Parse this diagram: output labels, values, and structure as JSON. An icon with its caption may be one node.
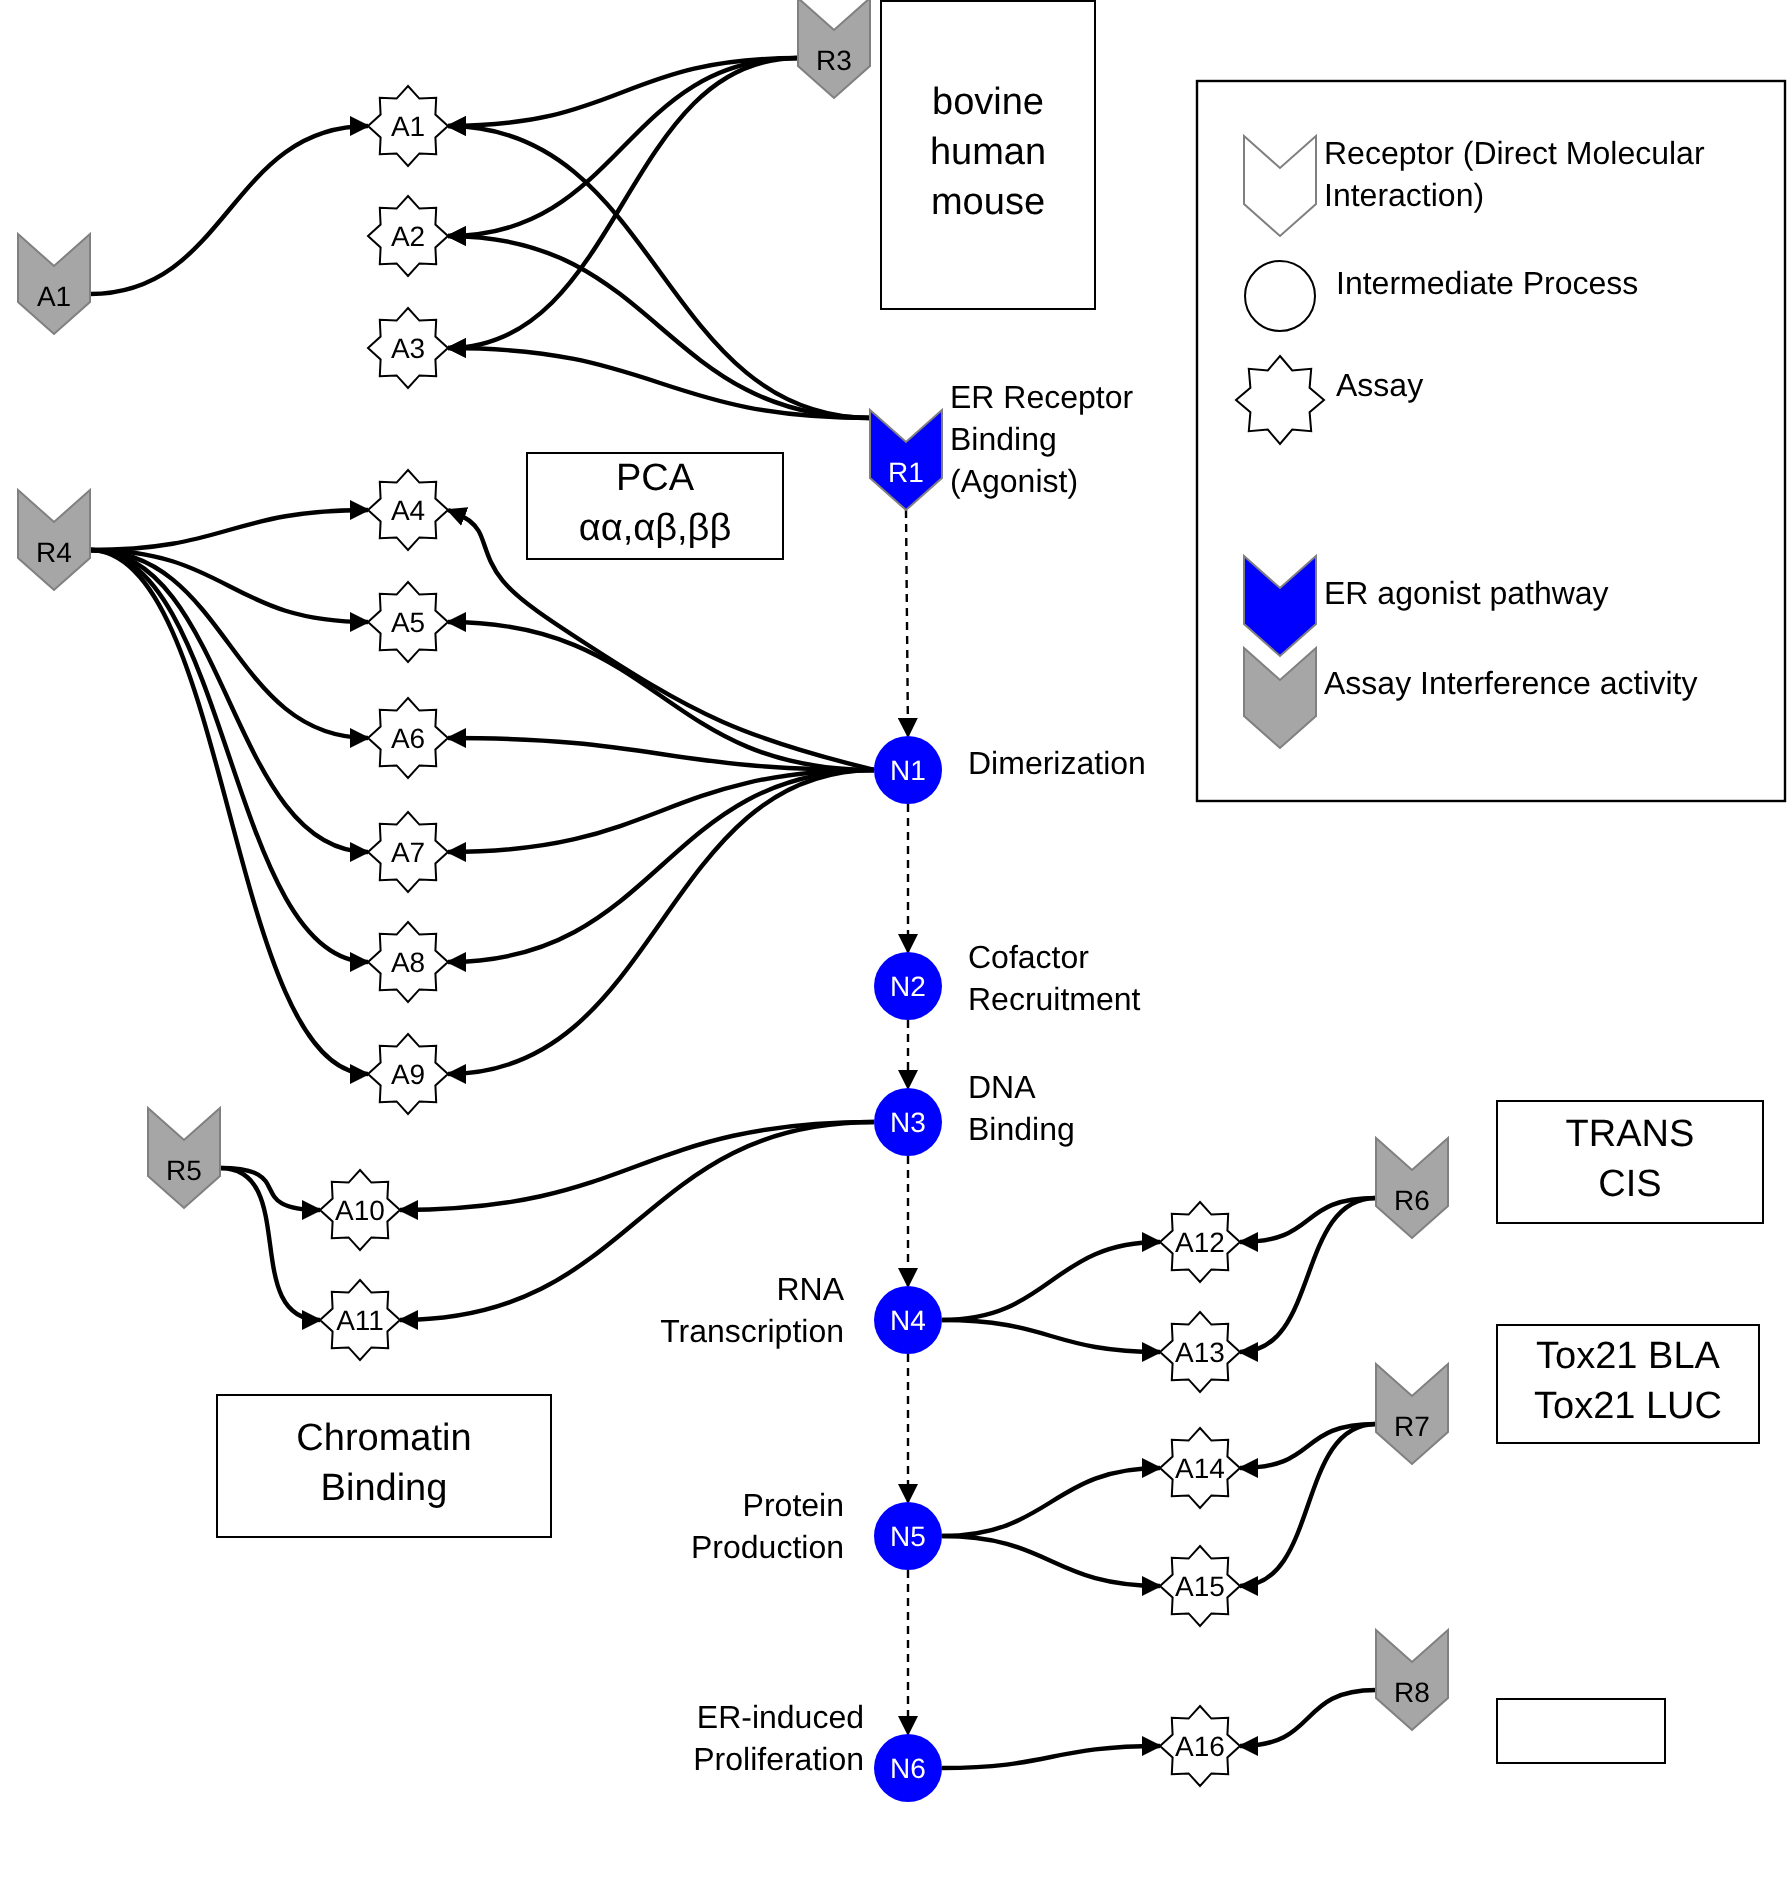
{
  "diagram": {
    "nodes": [
      {
        "text": [
          "R3"
        ]
      },
      {
        "text": [
          "bovine human mouse"
        ]
      },
      {
        "text": [
          "A1"
        ]
      },
      {
        "text": [
          "A1"
        ]
      },
      {
        "text": [
          "A2"
        ]
      },
      {
        "text": [
          "A3"
        ]
      },
      {
        "text": [
          "R1"
        ],
        "beside": [
          "ER Receptor Binding (Agonist)"
        ]
      },
      {
        "text": [
          "R4"
        ]
      },
      {
        "text": [
          "A4"
        ]
      },
      {
        "text": [
          "PCA αα,αβ,ββ"
        ]
      },
      {
        "text": [
          "A5"
        ]
      },
      {
        "text": [
          "A6"
        ]
      },
      {
        "text": [
          "A7"
        ]
      },
      {
        "text": [
          "A8"
        ]
      },
      {
        "text": [
          "A9"
        ]
      },
      {
        "text": [
          "N1"
        ],
        "beside": [
          "Dimerization"
        ]
      },
      {
        "text": [
          "N2"
        ],
        "beside": [
          "Cofactor Recruitment"
        ]
      },
      {
        "text": [
          "R5"
        ]
      },
      {
        "text": [
          "N3"
        ],
        "beside": [
          "DNA Binding"
        ]
      },
      {
        "text": [
          "A10"
        ]
      },
      {
        "text": [
          "A11"
        ]
      },
      {
        "text": [
          "Chromatin Binding"
        ]
      },
      {
        "text": [
          "TRANS",
          "CIS"
        ]
      },
      {
        "text": [
          "R6"
        ]
      },
      {
        "text": [
          "A12"
        ]
      },
      {
        "text": [
          "N4"
        ],
        "beside": [
          "RNA Transcription"
        ]
      },
      {
        "text": [
          "A13"
        ]
      },
      {
        "text": [
          "Tox21 BLA",
          "Tox21 LUC"
        ]
      },
      {
        "text": [
          "R7"
        ]
      },
      {
        "text": [
          "A14"
        ]
      },
      {
        "text": [
          "N5"
        ],
        "beside": [
          "Protein Production"
        ]
      },
      {
        "text": [
          "A15"
        ]
      },
      {
        "text": [],
        "shape": "box"
      },
      {
        "text": [
          "R8"
        ]
      },
      {
        "text": [
          "N6"
        ],
        "beside": [
          "ER-induced Proliferation"
        ]
      },
      {
        "text": [
          "A16"
        ]
      }
    ],
    "edges": [
      {
        "from": 2,
        "to": 3,
        "arrow": "to"
      },
      {
        "from": 0,
        "to": 3,
        "arrow": "to"
      },
      {
        "from": 0,
        "to": 4,
        "arrow": "to"
      },
      {
        "from": 0,
        "to": 5,
        "arrow": "to"
      },
      {
        "from": 6,
        "to": 3,
        "arrow": "to"
      },
      {
        "from": 6,
        "to": 4,
        "arrow": "to"
      },
      {
        "from": 6,
        "to": 5,
        "arrow": "to"
      },
      {
        "from": 6,
        "to": 15,
        "arrow": "to",
        "style": "dashed"
      },
      {
        "from": 7,
        "to": 8,
        "arrow": "to"
      },
      {
        "from": 7,
        "to": 10,
        "arrow": "to"
      },
      {
        "from": 7,
        "to": 11,
        "arrow": "to"
      },
      {
        "from": 7,
        "to": 12,
        "arrow": "to"
      },
      {
        "from": 7,
        "to": 13,
        "arrow": "to"
      },
      {
        "from": 7,
        "to": 14,
        "arrow": "to"
      },
      {
        "from": 15,
        "to": 8,
        "arrow": "to"
      },
      {
        "from": 15,
        "to": 10,
        "arrow": "to"
      },
      {
        "from": 15,
        "to": 11,
        "arrow": "to"
      },
      {
        "from": 15,
        "to": 12,
        "arrow": "to"
      },
      {
        "from": 15,
        "to": 13,
        "arrow": "to"
      },
      {
        "from": 15,
        "to": 14,
        "arrow": "to"
      },
      {
        "from": 15,
        "to": 16,
        "arrow": "to",
        "style": "dashed"
      },
      {
        "from": 16,
        "to": 18,
        "arrow": "to",
        "style": "dashed"
      },
      {
        "from": 17,
        "to": 19,
        "arrow": "to"
      },
      {
        "from": 17,
        "to": 20,
        "arrow": "to"
      },
      {
        "from": 18,
        "to": 19,
        "arrow": "to"
      },
      {
        "from": 18,
        "to": 20,
        "arrow": "to"
      },
      {
        "from": 18,
        "to": 25,
        "arrow": "to",
        "style": "dashed"
      },
      {
        "from": 25,
        "to": 24,
        "arrow": "to"
      },
      {
        "from": 25,
        "to": 26,
        "arrow": "to"
      },
      {
        "from": 23,
        "to": 24,
        "arrow": "to"
      },
      {
        "from": 23,
        "to": 26,
        "arrow": "to"
      },
      {
        "from": 25,
        "to": 30,
        "arrow": "to",
        "style": "dashed"
      },
      {
        "from": 30,
        "to": 29,
        "arrow": "to"
      },
      {
        "from": 30,
        "to": 31,
        "arrow": "to"
      },
      {
        "from": 28,
        "to": 29,
        "arrow": "to"
      },
      {
        "from": 28,
        "to": 31,
        "arrow": "to"
      },
      {
        "from": 30,
        "to": 34,
        "arrow": "to",
        "style": "dashed"
      },
      {
        "from": 34,
        "to": 35,
        "arrow": "to"
      },
      {
        "from": 33,
        "to": 35,
        "arrow": "to"
      }
    ],
    "legend": [
      {
        "text": "Receptor (Direct Molecular Interaction)"
      },
      {
        "text": "Intermediate Process"
      },
      {
        "text": "Assay"
      },
      {
        "text": "ER agonist pathway",
        "color": "#0000ff"
      },
      {
        "text": "Assay Interference activity",
        "color": "#a6a6a6"
      }
    ]
  }
}
